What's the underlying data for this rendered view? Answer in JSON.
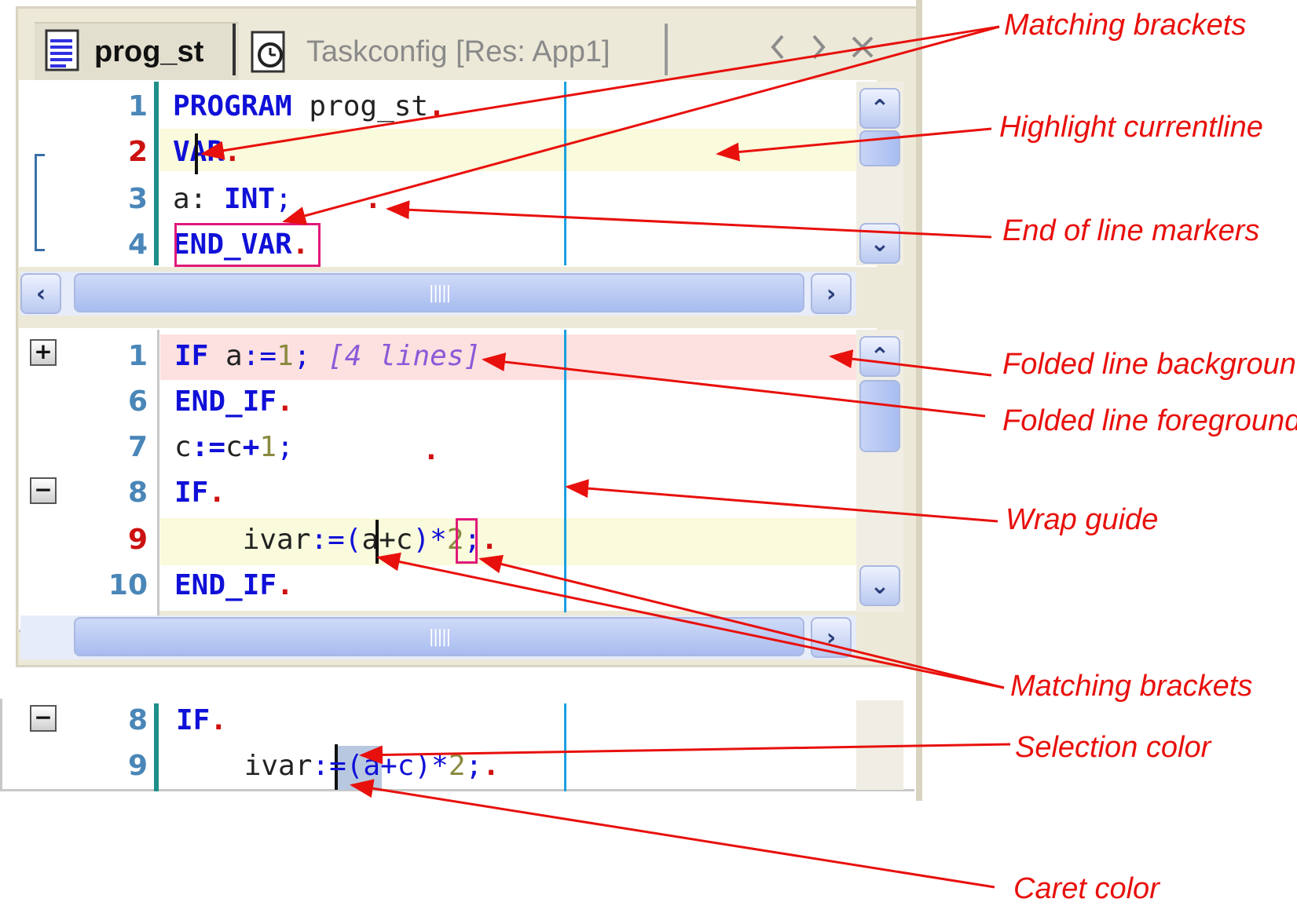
{
  "tabs": {
    "active_label": "prog_st",
    "inactive_label": "Taskconfig [Res: App1]"
  },
  "pane1": {
    "lines": [
      {
        "num": "1"
      },
      {
        "num": "2"
      },
      {
        "num": "3"
      },
      {
        "num": "4"
      }
    ],
    "code": {
      "l1_kw": "PROGRAM",
      "l1_id": " prog_st",
      "l2_kw": "VAR",
      "l3_id": "a: ",
      "l3_kw": "INT",
      "l3_semi": ";",
      "l4_kw": "END_VAR"
    }
  },
  "pane2": {
    "lines": [
      {
        "num": "1"
      },
      {
        "num": "6"
      },
      {
        "num": "7"
      },
      {
        "num": "8"
      },
      {
        "num": "9"
      },
      {
        "num": "10"
      }
    ],
    "code": {
      "l1_kw": "IF",
      "l1_id": " a",
      "l1_op": ":=",
      "l1_num": "1",
      "l1_semi": "; ",
      "l1_fold": "[4 lines]",
      "l6_kw": "END_IF",
      "l7_id": "c",
      "l7_op": ":=",
      "l7_id2": "c",
      "l7_plus": "+",
      "l7_num": "1",
      "l7_semi": ";",
      "l8_kw": "IF",
      "l9_id": "    ivar",
      "l9_op": ":=",
      "l9_paren_open": "(",
      "l9_expr": "a+c",
      "l9_paren_close": ")",
      "l9_mul": "*",
      "l9_num": "2",
      "l9_semi": ";",
      "l10_kw": "END_IF"
    }
  },
  "pane3": {
    "lines": [
      {
        "num": "8"
      },
      {
        "num": "9"
      }
    ],
    "code": {
      "l8_kw": "IF",
      "l9_id": "    ivar",
      "l9_op": ":=",
      "l9_rest": "(a+c)",
      "l9_mul": "*",
      "l9_num": "2",
      "l9_semi": ";"
    }
  },
  "eol_marker": ".",
  "fold": {
    "plus": "+",
    "minus": "−"
  },
  "scroll": {
    "up": "⌃",
    "down": "⌄",
    "left": "‹",
    "right": "›",
    "grip": "|||||"
  },
  "annotations": {
    "matching_brackets_top": "Matching brackets",
    "highlight_currentline": "Highlight currentline",
    "end_of_line_markers": "End of line markers",
    "folded_line_background": "Folded line background",
    "folded_line_foreground": "Folded line foreground",
    "wrap_guide": "Wrap guide",
    "matching_brackets_bottom": "Matching brackets",
    "selection_color": "Selection color",
    "caret_color": "Caret color"
  },
  "colors": {
    "annotation": "#e8100c",
    "keyword": "#1010d8",
    "current_line": "#fafadc",
    "folded_line": "#fde0e0",
    "wrap_guide": "#1aa0e0",
    "selection": "#b8c8e0",
    "match_box": "#e0197a",
    "line_number": "#4a86b8",
    "current_line_number": "#cc1111"
  }
}
